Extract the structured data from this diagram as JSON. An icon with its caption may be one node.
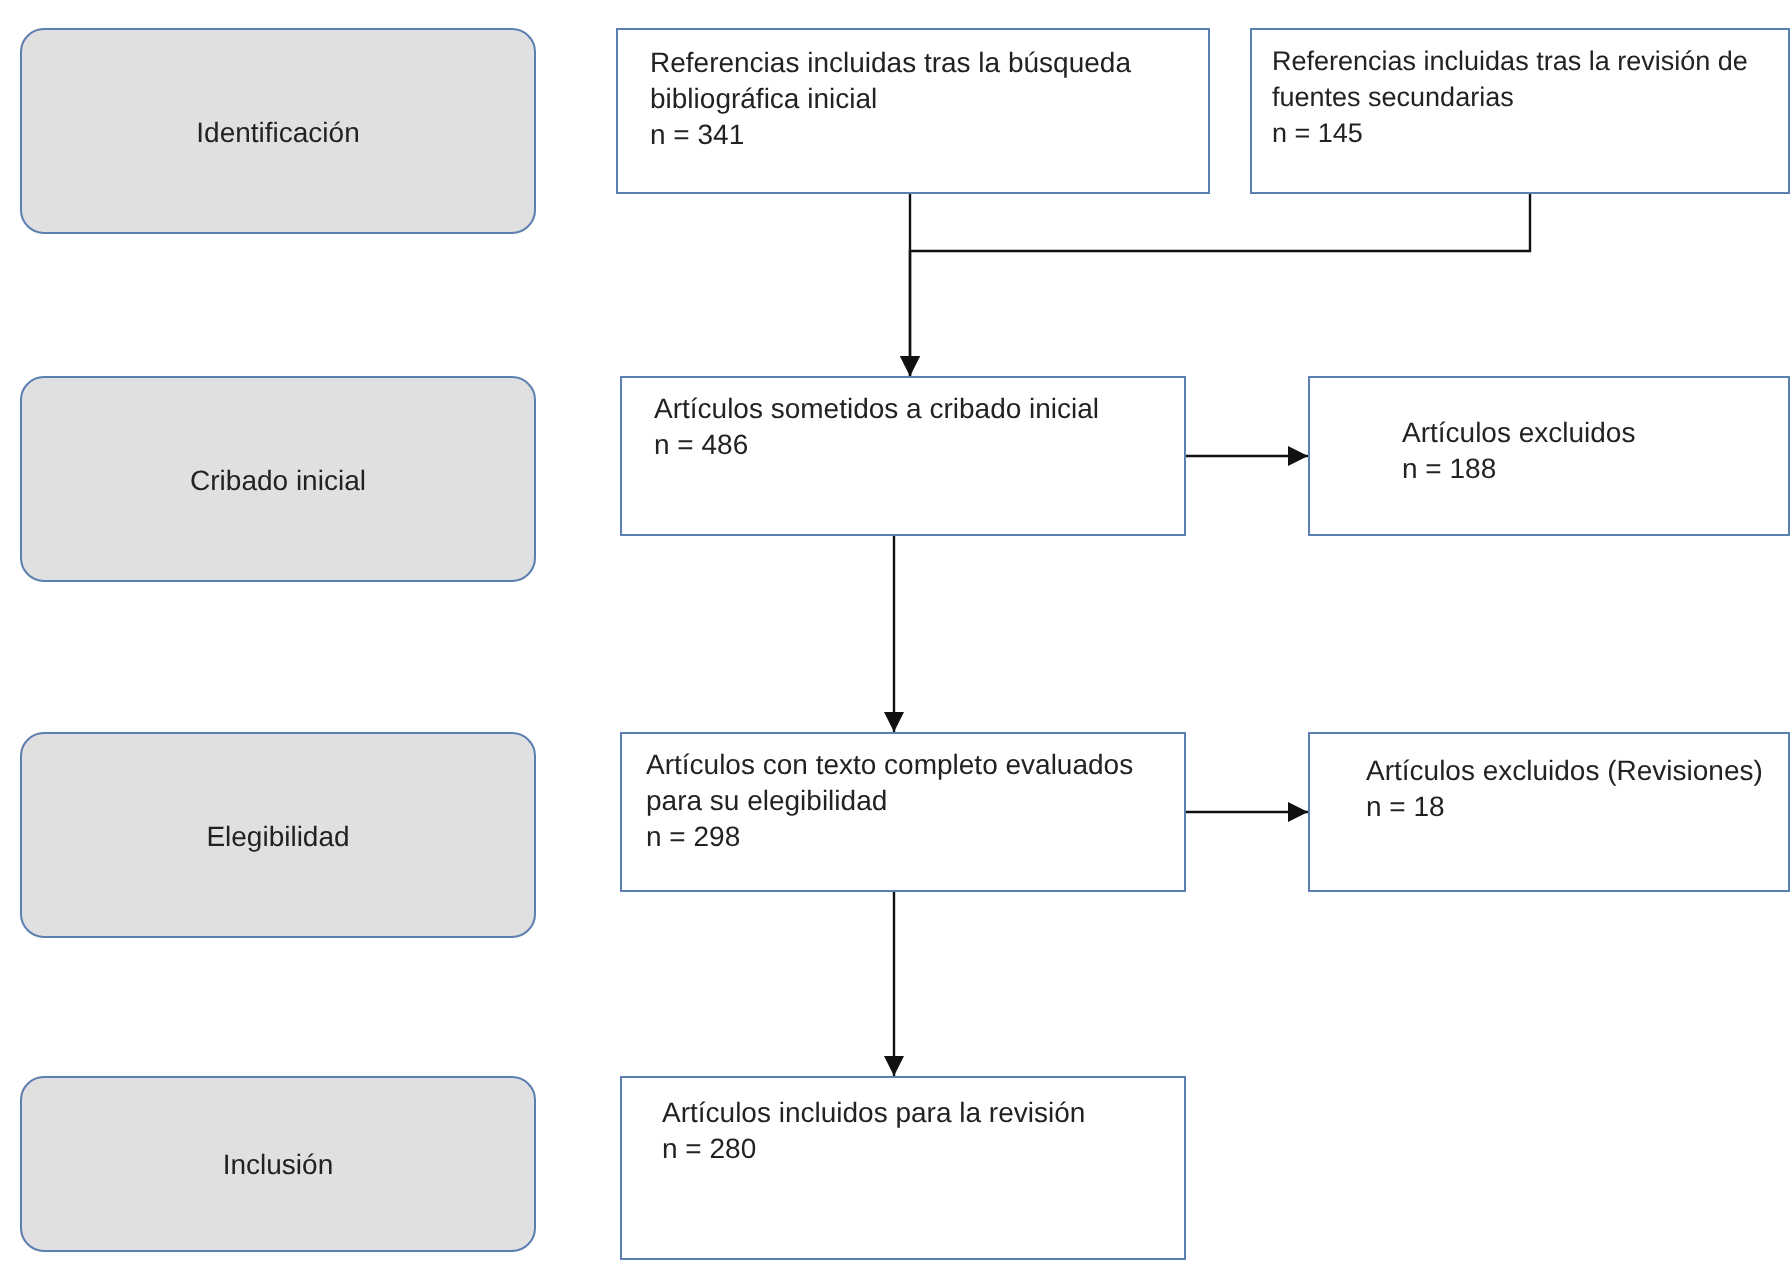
{
  "diagram": {
    "nodes": [
      {
        "text": [
          "Identificación"
        ]
      },
      {
        "text": [
          "Referencias incluidas tras la búsqueda bibliográfica inicial",
          "n = 341"
        ]
      },
      {
        "text": [
          "Referencias incluidas tras la revisión de fuentes secundarias",
          "n = 145"
        ]
      },
      {
        "text": [
          "Cribado inicial"
        ]
      },
      {
        "text": [
          "Artículos sometidos a cribado inicial",
          "n = 486"
        ]
      },
      {
        "text": [
          "Artículos excluidos",
          "n = 188"
        ]
      },
      {
        "text": [
          "Elegibilidad"
        ]
      },
      {
        "text": [
          "Artículos con texto completo evaluados para su elegibilidad",
          "n = 298"
        ]
      },
      {
        "text": [
          "Artículos excluidos (Revisiones)",
          "n = 18"
        ]
      },
      {
        "text": [
          "Inclusión"
        ]
      },
      {
        "text": [
          "Artículos incluidos para la revisión",
          "n = 280"
        ]
      }
    ],
    "edges": [
      {
        "from": 1,
        "to": 4,
        "arrow": "to"
      },
      {
        "from": 2,
        "to": 4,
        "arrow": "to"
      },
      {
        "from": 4,
        "to": 5,
        "arrow": "to"
      },
      {
        "from": 4,
        "to": 7,
        "arrow": "to"
      },
      {
        "from": 7,
        "to": 8,
        "arrow": "to"
      },
      {
        "from": 7,
        "to": 10,
        "arrow": "to"
      }
    ]
  }
}
